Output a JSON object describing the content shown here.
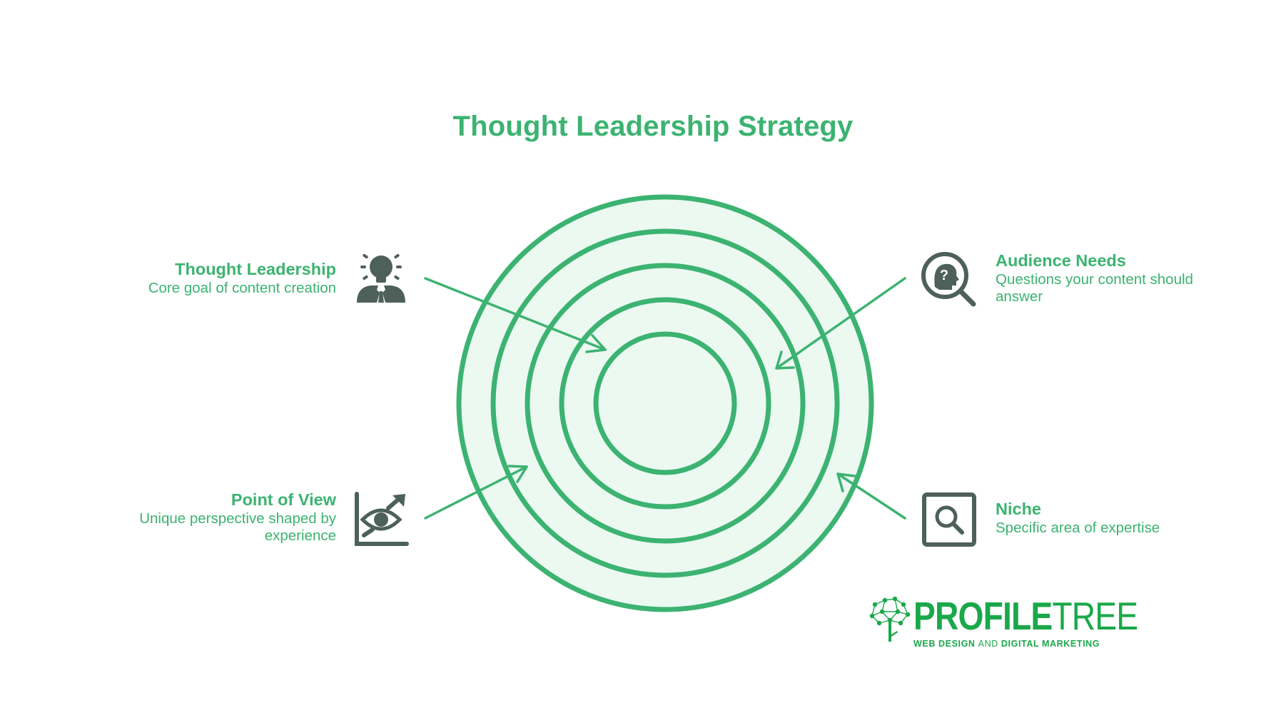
{
  "title": "Thought Leadership Strategy",
  "colors": {
    "accent": "#3cb371",
    "ring_fill": "#ebf9f1",
    "icon": "#4d6059",
    "brand": "#1aa84a"
  },
  "labels": {
    "thought_leadership": {
      "title": "Thought Leadership",
      "description": "Core goal of content creation",
      "icon": "lightbulb-person-icon"
    },
    "audience_needs": {
      "title": "Audience Needs",
      "description_line1": "Questions your content should",
      "description_line2": "answer",
      "icon": "question-search-icon"
    },
    "point_of_view": {
      "title": "Point of View",
      "description_line1": "Unique perspective shaped by",
      "description_line2": "experience",
      "icon": "eye-chart-icon"
    },
    "niche": {
      "title": "Niche",
      "description": "Specific area of expertise",
      "icon": "magnifier-square-icon"
    }
  },
  "logo": {
    "name_part1": "PROFILE",
    "name_part2": "TREE",
    "tagline_part1": "WEB DESIGN ",
    "tagline_part2": "AND",
    "tagline_part3": " DIGITAL MARKETING",
    "icon": "network-tree-icon"
  }
}
